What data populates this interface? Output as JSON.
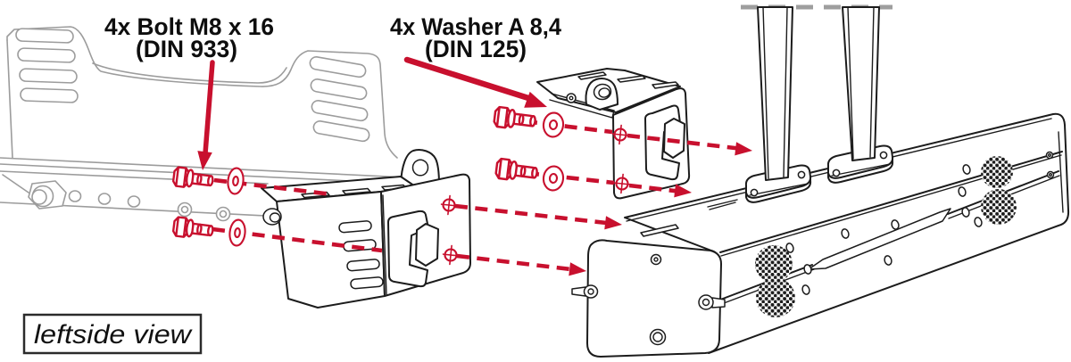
{
  "diagram": {
    "type": "exploded-assembly-technical-drawing",
    "view_label": "leftside view",
    "callouts": [
      {
        "target_part": "hex-bolt",
        "line1": "4x Bolt M8 x 16",
        "line2": "(DIN 933)"
      },
      {
        "target_part": "washer",
        "line1": "4x Washer A 8,4",
        "line2": "(DIN 125)"
      }
    ],
    "hardware_counts": {
      "bolts": "4x",
      "washers": "4x"
    },
    "parts_depicted": [
      "side-mounting-plate",
      "lower-mounting-rail",
      "front-corner-bracket",
      "rear-corner-bracket",
      "hex-bolt-m8x16",
      "washer-a-8-4",
      "main-unit-housing",
      "mounting-posts",
      "vent-grilles",
      "assembly-axis-lines"
    ],
    "colors": {
      "accent-red": "#c8102e",
      "line-black": "#1c1c1c",
      "line-gray": "#9c9c9c",
      "dash-gray": "#9e9e9e",
      "background": "#ffffff"
    }
  }
}
